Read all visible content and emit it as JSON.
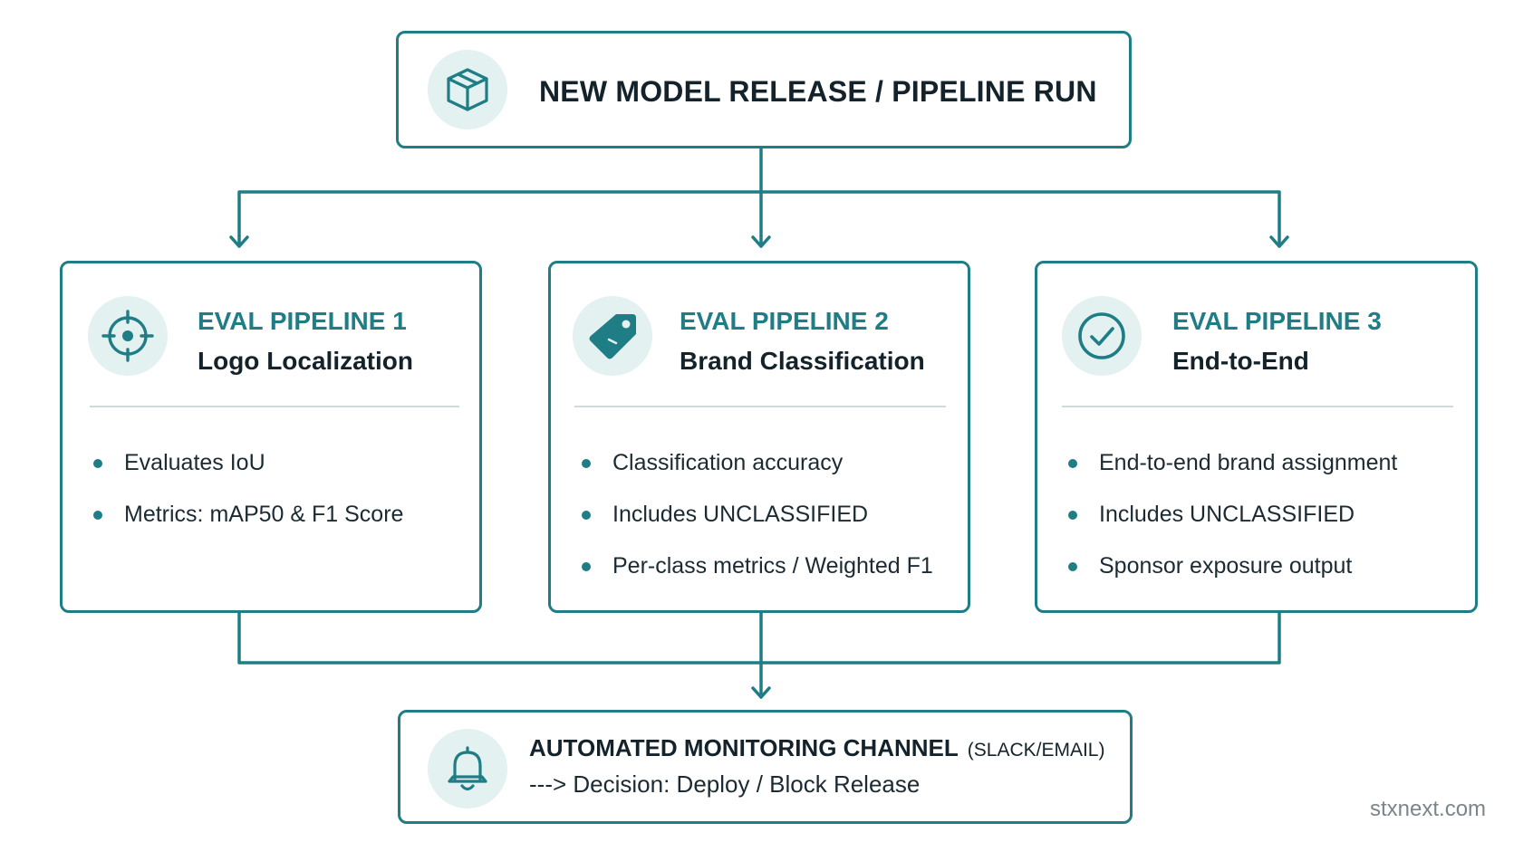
{
  "top": {
    "title": "NEW MODEL RELEASE / PIPELINE RUN",
    "icon": "package-icon"
  },
  "pipelines": [
    {
      "heading": "EVAL PIPELINE 1",
      "subtitle": "Logo Localization",
      "icon": "crosshair-icon",
      "bullets": [
        "Evaluates IoU",
        "Metrics: mAP50 & F1 Score"
      ]
    },
    {
      "heading": "EVAL PIPELINE 2",
      "subtitle": "Brand Classification",
      "icon": "tag-icon",
      "bullets": [
        "Classification accuracy",
        "Includes UNCLASSIFIED",
        "Per-class metrics / Weighted F1"
      ]
    },
    {
      "heading": "EVAL PIPELINE 3",
      "subtitle": "End-to-End",
      "icon": "check-circle-icon",
      "bullets": [
        "End-to-end brand assignment",
        "Includes UNCLASSIFIED",
        "Sponsor exposure output"
      ]
    }
  ],
  "bottom": {
    "title": "AUTOMATED MONITORING CHANNEL",
    "title_paren": "(SLACK/EMAIL)",
    "decision": "---> Decision: Deploy / Block Release",
    "icon": "bell-icon"
  },
  "watermark": "stxnext.com",
  "colors": {
    "accent": "#1f7d86",
    "icon_bg": "#e3f1f1",
    "text": "#14232b"
  }
}
